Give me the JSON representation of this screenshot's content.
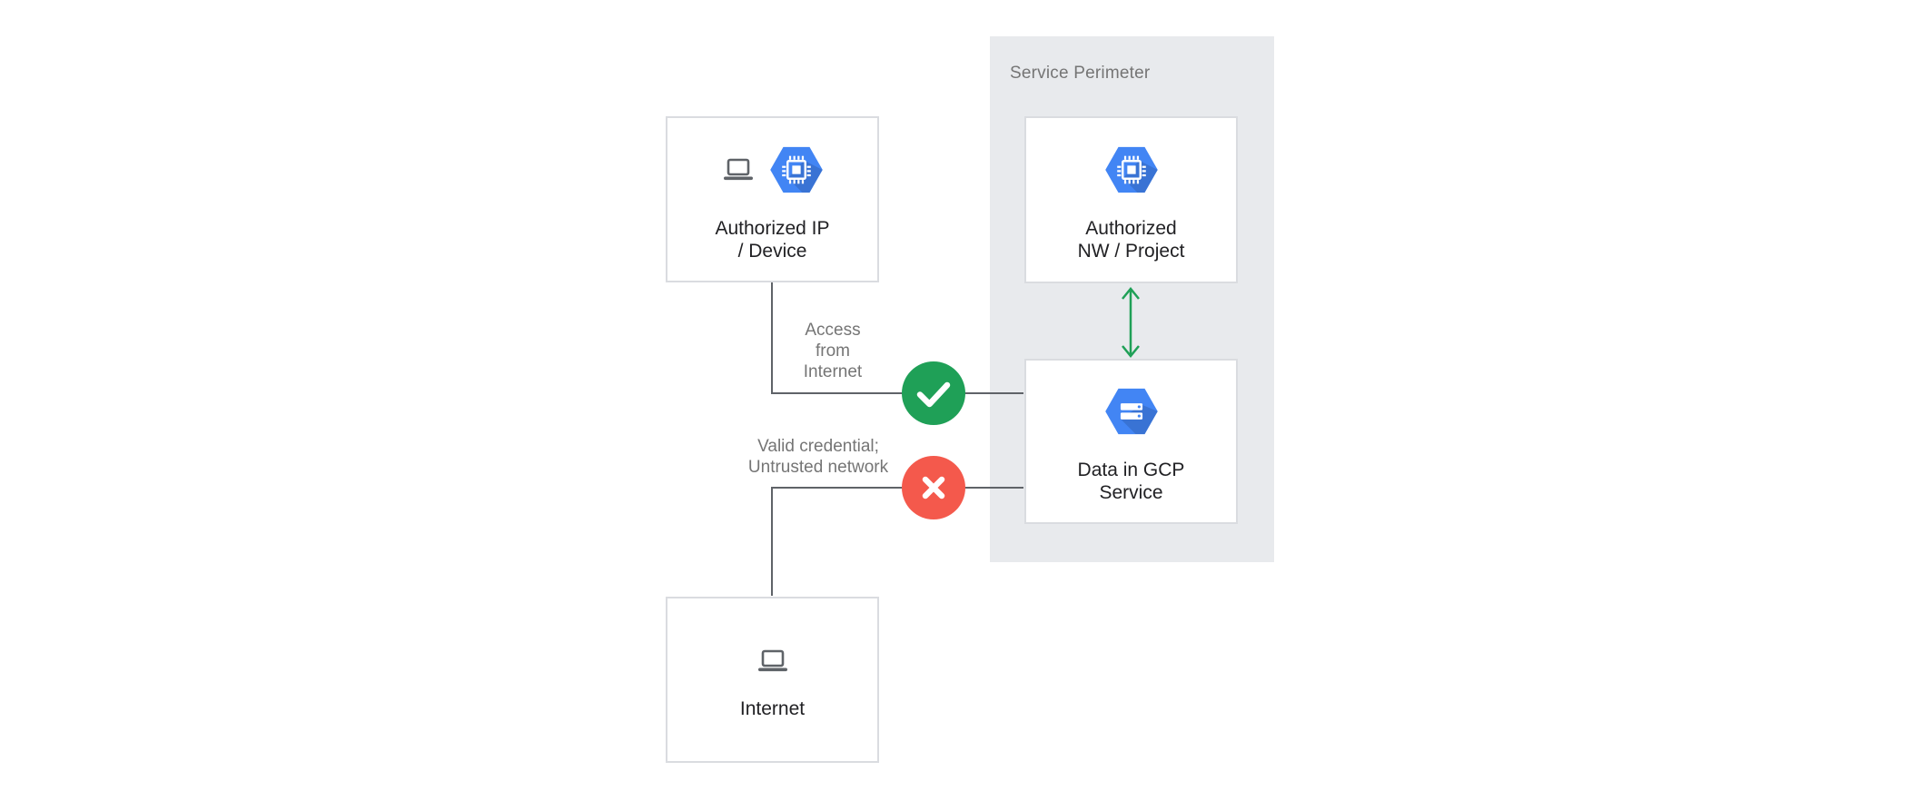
{
  "diagram": {
    "perimeter": {
      "label": "Service Perimeter"
    },
    "nodes": {
      "authorized_ip_device": {
        "label": "Authorized IP\n/ Device",
        "icons": [
          "laptop-icon",
          "gcp-compute-hexagon-icon"
        ]
      },
      "authorized_nw_project": {
        "label": "Authorized\nNW / Project",
        "icons": [
          "gcp-compute-hexagon-icon"
        ]
      },
      "data_in_gcp_service": {
        "label": "Data in GCP\nService",
        "icons": [
          "gcp-storage-hexagon-icon"
        ]
      },
      "internet": {
        "label": "Internet",
        "icons": [
          "laptop-icon"
        ]
      }
    },
    "edges": {
      "access_from_internet": {
        "label": "Access\nfrom\nInternet",
        "status": "allowed",
        "status_icon": "check-icon"
      },
      "untrusted_network": {
        "label": "Valid credential;\nUntrusted network",
        "status": "denied",
        "status_icon": "cross-icon"
      }
    },
    "colors": {
      "panel_bg": "#E8EAED",
      "box_border": "#DADCE0",
      "text_dark": "#212124",
      "text_gray": "#757575",
      "line": "#5F6368",
      "gcp_blue": "#4285F4",
      "allowed_green": "#1FA057",
      "denied_red": "#F4594C"
    }
  }
}
